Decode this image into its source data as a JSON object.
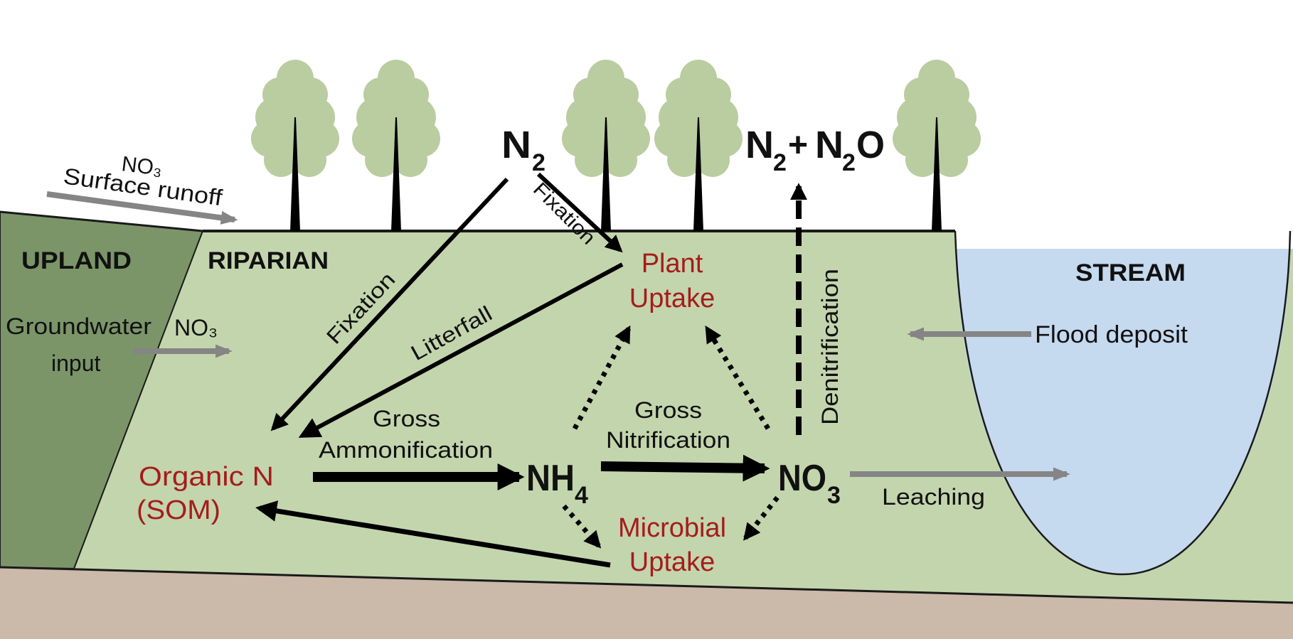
{
  "colors": {
    "upland": "#7b9569",
    "riparian": "#c3d5ad",
    "stream": "#c5d9ef",
    "soil": "#cbb9a9",
    "tree_crown": "#b9cda0",
    "pool_label": "#a51c1c",
    "arrow_primary": "#000000",
    "arrow_transport": "#858585"
  },
  "zones": {
    "upland": "UPLAND",
    "riparian": "RIPARIAN",
    "stream": "STREAM"
  },
  "atmosphere": {
    "n2": {
      "main": "N",
      "sub": "2"
    },
    "n2_n2o": {
      "a": "N",
      "a_sub": "2",
      "plus": "+",
      "b": "N",
      "b_sub": "2",
      "b_tail": "O"
    }
  },
  "pools": {
    "organic_n": {
      "line1": "Organic N",
      "line2": "(SOM)"
    },
    "plant_uptake": {
      "line1": "Plant",
      "line2": "Uptake"
    },
    "microbial_uptake": {
      "line1": "Microbial",
      "line2": "Uptake"
    },
    "nh4": {
      "main": "NH",
      "sub": "4"
    },
    "no3": {
      "main": "NO",
      "sub": "3"
    }
  },
  "processes": {
    "fixation_soil": "Fixation",
    "fixation_plant": "Fixation",
    "litterfall": "Litterfall",
    "ammonification": {
      "line1": "Gross",
      "line2": "Ammonification"
    },
    "nitrification": {
      "line1": "Gross",
      "line2": "Nitrification"
    },
    "denitrification": "Denitrification"
  },
  "transport": {
    "surface_runoff": {
      "species": "NO₃",
      "label": "Surface runoff"
    },
    "groundwater": {
      "label1": "Groundwater",
      "label2": "input",
      "species": "NO₃"
    },
    "flood_deposit": "Flood deposit",
    "leaching": "Leaching"
  },
  "trees": [
    {
      "id": "tree-1"
    },
    {
      "id": "tree-2"
    },
    {
      "id": "tree-3"
    },
    {
      "id": "tree-4"
    },
    {
      "id": "tree-5"
    }
  ]
}
